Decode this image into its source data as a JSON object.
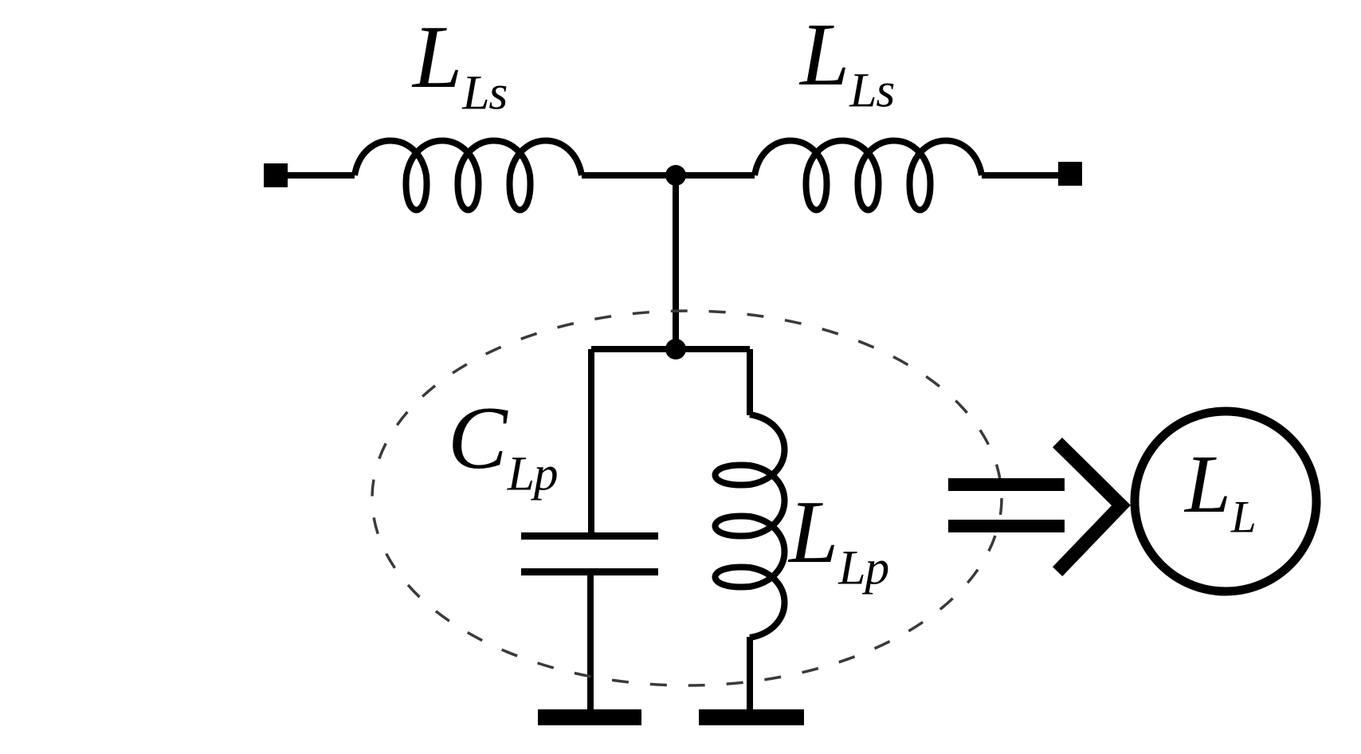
{
  "colors": {
    "ink": "#000000",
    "background": "#ffffff",
    "dashed_outline": "#3a3a3a"
  },
  "figure": {
    "kind": "circuit-schematic",
    "labels": {
      "series_inductor_left": {
        "main": "L",
        "sub": "Ls"
      },
      "series_inductor_right": {
        "main": "L",
        "sub": "Ls"
      },
      "shunt_capacitor": {
        "main": "C",
        "sub": "Lp"
      },
      "shunt_inductor": {
        "main": "L",
        "sub": "Lp"
      },
      "equivalent_inductor": {
        "main": "L",
        "sub": "L"
      }
    }
  }
}
